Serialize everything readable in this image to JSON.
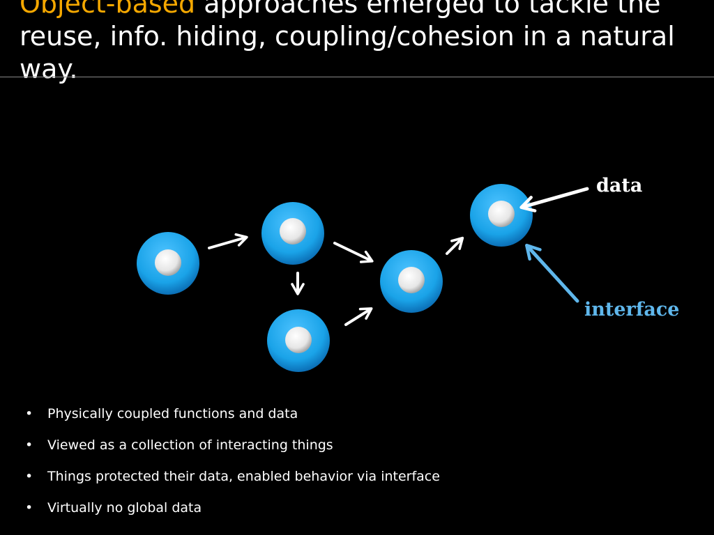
{
  "slide": {
    "title_accent": "Object-based",
    "title_rest": " approaches emerged to tackle the reuse, info. hiding, coupling/cohesion in a natural way."
  },
  "diagram": {
    "labels": {
      "data": "data",
      "interface": "interface"
    },
    "colors": {
      "node": "#1aa3e8",
      "node_dark": "#0b6fb6",
      "arrow": "#ffffff",
      "interface_arrow": "#5fb7ec"
    }
  },
  "bullets": [
    "Physically coupled functions and data",
    "Viewed as a collection of interacting things",
    "Things protected their data, enabled behavior via interface",
    "Virtually no global data"
  ]
}
